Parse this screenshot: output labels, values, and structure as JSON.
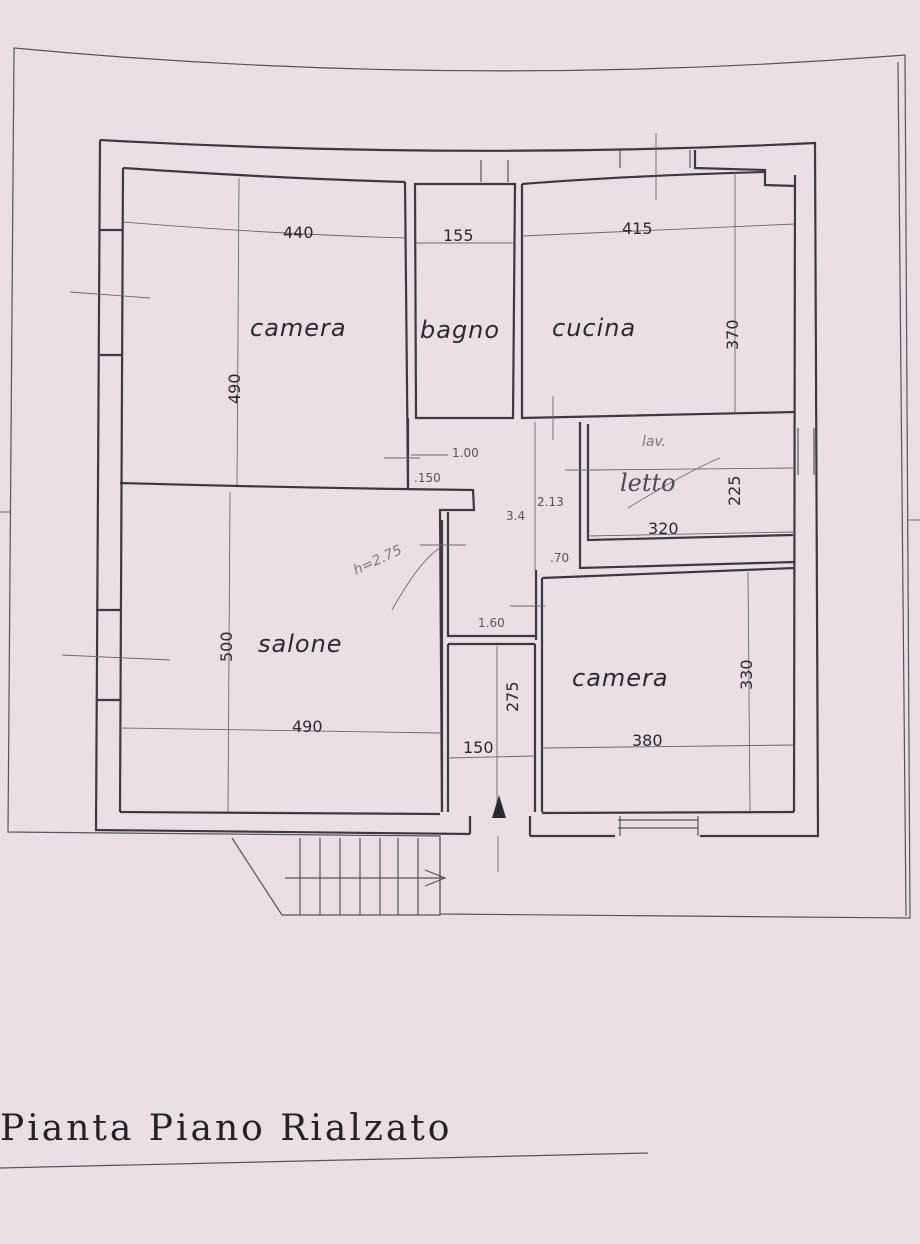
{
  "title": "Pianta Piano Rialzato",
  "rooms": {
    "camera_top": {
      "label": "camera",
      "width": "440",
      "depth": "490"
    },
    "bagno": {
      "label": "bagno",
      "width": "155"
    },
    "cucina": {
      "label": "cucina",
      "width": "415",
      "depth": "370"
    },
    "letto": {
      "label": "letto",
      "width": "320",
      "depth": "225",
      "note": "lav."
    },
    "salone": {
      "label": "salone",
      "width": "490",
      "depth": "500"
    },
    "camera_bottom": {
      "label": "camera",
      "width": "380",
      "depth": "330"
    },
    "wc": {
      "width": "150",
      "depth": "275"
    }
  },
  "corridor": {
    "d_100": "1.00",
    "d_150": ".150",
    "d_34": "3.4",
    "d_213": "2.13",
    "d_70": ".70",
    "d_160": "1.60",
    "pencil_note": "h=2.75"
  },
  "colors": {
    "paper": "#e9dfe4",
    "ink": "#2a2a33"
  }
}
